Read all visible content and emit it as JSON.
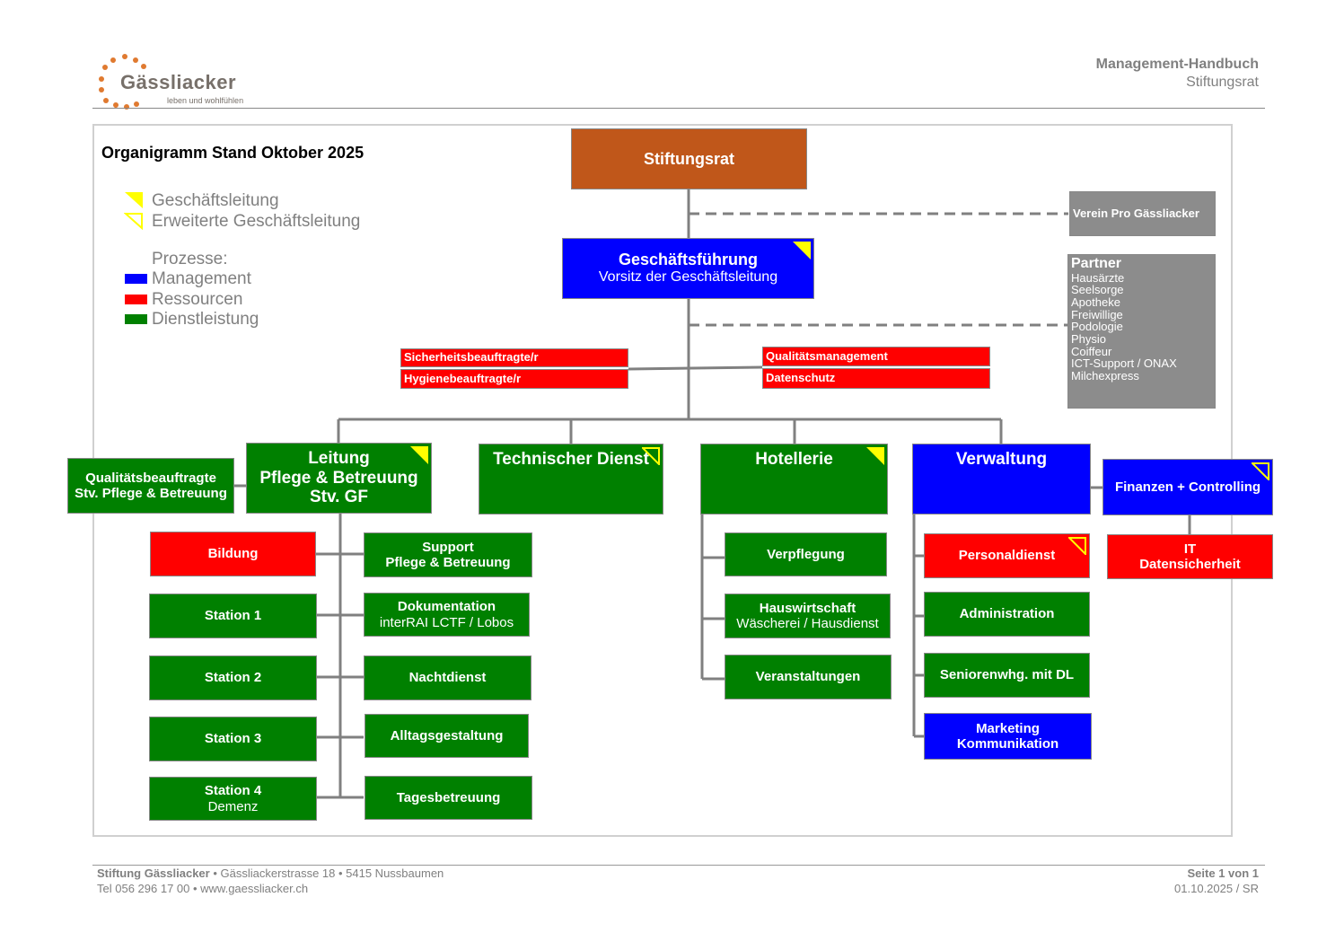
{
  "header": {
    "logo_name": "Gässliacker",
    "logo_tagline": "leben und wohlfühlen",
    "doc_title": "Management-Handbuch",
    "doc_subtitle": "Stiftungsrat"
  },
  "title": "Organigramm Stand Oktober  2025",
  "legend": {
    "gl": "Geschäftsleitung",
    "egl": "Erweiterte Geschäftsleitung",
    "processes_label": "Prozesse:",
    "management": "Management",
    "ressourcen": "Ressourcen",
    "dienstleistung": "Dienstleistung"
  },
  "colors": {
    "management": "#0000ff",
    "ressourcen": "#ff0000",
    "dienstleistung": "#008000",
    "board": "#c0571a",
    "external": "#8c8c8c",
    "marker": "#ffff00",
    "connector": "#808080"
  },
  "boxes": [
    {
      "id": "stiftungsrat",
      "color": "board",
      "marker": "none",
      "lines": [
        {
          "text": "Stiftungsrat",
          "bold": true,
          "size": 18
        }
      ]
    },
    {
      "id": "verein",
      "color": "external",
      "marker": "none",
      "lines": [
        {
          "text": "Verein Pro Gässliacker",
          "bold": true,
          "size": 13
        }
      ]
    },
    {
      "id": "partner",
      "color": "external",
      "marker": "none",
      "lines": [
        {
          "text": "Partner",
          "bold": true,
          "size": 16
        },
        {
          "text": "Hausärzte",
          "size": 13
        },
        {
          "text": "Seelsorge",
          "size": 13
        },
        {
          "text": "Apotheke",
          "size": 13
        },
        {
          "text": "Freiwillige",
          "size": 13
        },
        {
          "text": "Podologie",
          "size": 13
        },
        {
          "text": "Physio",
          "size": 13
        },
        {
          "text": "Coiffeur",
          "size": 13
        },
        {
          "text": "ICT-Support / ONAX",
          "size": 13
        },
        {
          "text": "Milchexpress",
          "size": 13
        }
      ]
    },
    {
      "id": "gf",
      "color": "management",
      "marker": "filled",
      "lines": [
        {
          "text": "Geschäftsführung",
          "bold": true,
          "size": 18
        },
        {
          "text": "Vorsitz der Geschäftsleitung",
          "size": 16
        }
      ]
    },
    {
      "id": "sicherheit",
      "color": "ressourcen",
      "marker": "none",
      "lines": [
        {
          "text": "Sicherheitsbeauftragte/r",
          "bold": true,
          "size": 13
        }
      ]
    },
    {
      "id": "hygiene",
      "color": "ressourcen",
      "marker": "none",
      "lines": [
        {
          "text": "Hygienebeauftragte/r",
          "bold": true,
          "size": 13
        }
      ]
    },
    {
      "id": "qm",
      "color": "ressourcen",
      "marker": "none",
      "lines": [
        {
          "text": "Qualitätsmanagement",
          "bold": true,
          "size": 13
        }
      ]
    },
    {
      "id": "datenschutz",
      "color": "ressourcen",
      "marker": "none",
      "lines": [
        {
          "text": "Datenschutz",
          "bold": true,
          "size": 13
        }
      ]
    },
    {
      "id": "qb",
      "color": "dienstleistung",
      "marker": "none",
      "lines": [
        {
          "text": "Qualitätsbeauftragte",
          "bold": true,
          "size": 15
        },
        {
          "text": "Stv. Pflege & Betreuung",
          "bold": true,
          "size": 15
        }
      ]
    },
    {
      "id": "leitung",
      "color": "dienstleistung",
      "marker": "filled",
      "lines": [
        {
          "text": "Leitung",
          "bold": true,
          "size": 19
        },
        {
          "text": "Pflege & Betreuung",
          "bold": true,
          "size": 19
        },
        {
          "text": "Stv. GF",
          "bold": true,
          "size": 19
        }
      ]
    },
    {
      "id": "technik",
      "color": "dienstleistung",
      "marker": "outline",
      "lines": [
        {
          "text": "Technischer Dienst",
          "bold": true,
          "size": 19
        }
      ]
    },
    {
      "id": "hotellerie",
      "color": "dienstleistung",
      "marker": "filled",
      "lines": [
        {
          "text": "Hotellerie",
          "bold": true,
          "size": 19
        }
      ]
    },
    {
      "id": "verwaltung",
      "color": "management",
      "marker": "none",
      "lines": [
        {
          "text": "Verwaltung",
          "bold": true,
          "size": 19
        }
      ]
    },
    {
      "id": "finanzen",
      "color": "management",
      "marker": "outline",
      "lines": [
        {
          "text": "Finanzen + Controlling",
          "bold": true,
          "size": 15
        }
      ]
    },
    {
      "id": "bildung",
      "color": "ressourcen",
      "marker": "none",
      "lines": [
        {
          "text": "Bildung",
          "bold": true
        }
      ]
    },
    {
      "id": "station1",
      "color": "dienstleistung",
      "marker": "none",
      "lines": [
        {
          "text": "Station 1",
          "bold": true
        }
      ]
    },
    {
      "id": "station2",
      "color": "dienstleistung",
      "marker": "none",
      "lines": [
        {
          "text": "Station 2",
          "bold": true
        }
      ]
    },
    {
      "id": "station3",
      "color": "dienstleistung",
      "marker": "none",
      "lines": [
        {
          "text": "Station 3",
          "bold": true
        }
      ]
    },
    {
      "id": "station4",
      "color": "dienstleistung",
      "marker": "none",
      "lines": [
        {
          "text": "Station 4",
          "bold": true
        },
        {
          "text": "Demenz"
        }
      ]
    },
    {
      "id": "support",
      "color": "dienstleistung",
      "marker": "none",
      "lines": [
        {
          "text": "Support",
          "bold": true
        },
        {
          "text": "Pflege & Betreuung",
          "bold": true
        }
      ]
    },
    {
      "id": "doku",
      "color": "dienstleistung",
      "marker": "none",
      "lines": [
        {
          "text": "Dokumentation",
          "bold": true
        },
        {
          "text": "interRAI LCTF / Lobos"
        }
      ]
    },
    {
      "id": "nacht",
      "color": "dienstleistung",
      "marker": "none",
      "lines": [
        {
          "text": "Nachtdienst",
          "bold": true
        }
      ]
    },
    {
      "id": "alltag",
      "color": "dienstleistung",
      "marker": "none",
      "lines": [
        {
          "text": "Alltagsgestaltung",
          "bold": true
        }
      ]
    },
    {
      "id": "tages",
      "color": "dienstleistung",
      "marker": "none",
      "lines": [
        {
          "text": "Tagesbetreuung",
          "bold": true
        }
      ]
    },
    {
      "id": "verpflegung",
      "color": "dienstleistung",
      "marker": "none",
      "lines": [
        {
          "text": "Verpflegung",
          "bold": true
        }
      ]
    },
    {
      "id": "hauswirtschaft",
      "color": "dienstleistung",
      "marker": "none",
      "lines": [
        {
          "text": "Hauswirtschaft",
          "bold": true
        },
        {
          "text": "Wäscherei / Hausdienst"
        }
      ]
    },
    {
      "id": "veranstaltungen",
      "color": "dienstleistung",
      "marker": "none",
      "lines": [
        {
          "text": "Veranstaltungen",
          "bold": true
        }
      ]
    },
    {
      "id": "personal",
      "color": "ressourcen",
      "marker": "outline",
      "lines": [
        {
          "text": "Personaldienst",
          "bold": true
        }
      ]
    },
    {
      "id": "administration",
      "color": "dienstleistung",
      "marker": "none",
      "lines": [
        {
          "text": "Administration",
          "bold": true
        }
      ]
    },
    {
      "id": "senioren",
      "color": "dienstleistung",
      "marker": "none",
      "lines": [
        {
          "text": "Seniorenwhg. mit DL",
          "bold": true
        }
      ]
    },
    {
      "id": "marketing",
      "color": "management",
      "marker": "none",
      "lines": [
        {
          "text": "Marketing",
          "bold": true
        },
        {
          "text": "Kommunikation",
          "bold": true
        }
      ]
    },
    {
      "id": "it",
      "color": "ressourcen",
      "marker": "none",
      "lines": [
        {
          "text": "IT",
          "bold": true
        },
        {
          "text": "Datensicherheit",
          "bold": true
        }
      ]
    }
  ],
  "footer": {
    "org": "Stiftung Gässliacker",
    "address": " • Gässliackerstrasse 18 • 5415 Nussbaumen",
    "contact": "Tel 056 296 17 00 • www.gaessliacker.ch",
    "page": "Seite 1 von 1",
    "date": "01.10.2025 / SR"
  }
}
